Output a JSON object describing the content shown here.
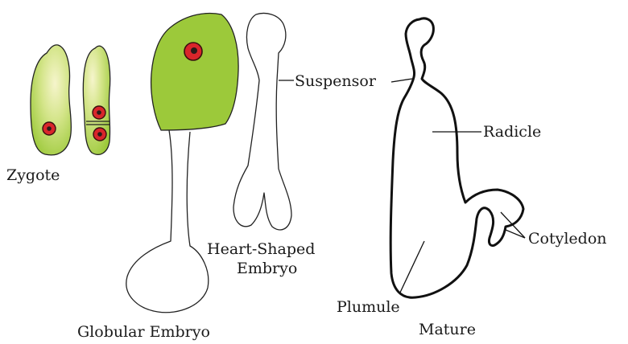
{
  "labels": {
    "zygote": "Zygote",
    "globular": "Globular Embryo",
    "heart_line1": "Heart-Shaped",
    "heart_line2": "Embryo",
    "suspensor": "Suspensor",
    "radicle": "Radicle",
    "cotyledon": "Cotyledon",
    "plumule": "Plumule",
    "mature": "Mature"
  },
  "colors": {
    "cell_green": "#9cc93a",
    "cell_highlight": "#f4f3c4",
    "nucleus_red": "#d9262b",
    "nucleolus_dark": "#2a1a1a",
    "outline": "#222222"
  }
}
